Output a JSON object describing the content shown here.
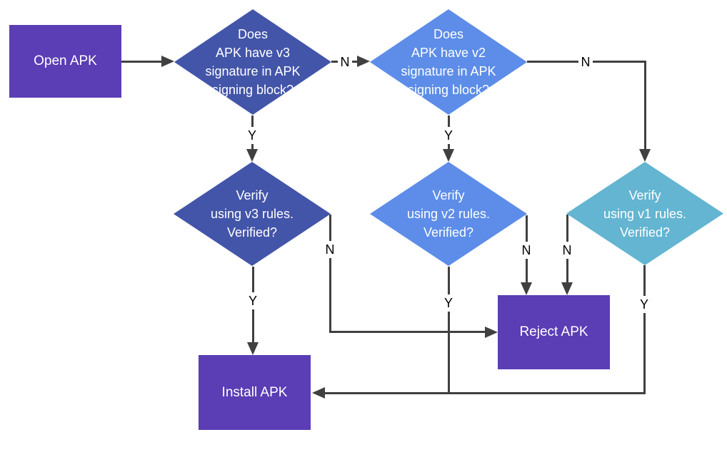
{
  "diagram": {
    "type": "flowchart",
    "colors": {
      "process_fill": "#5b3db5",
      "decision_v3_fill": "#4355a9",
      "decision_v2_fill": "#5d8de8",
      "decision_v1_fill": "#63b5d1",
      "line_color": "#404040",
      "node_text_color": "#ffffff",
      "edge_label_color": "#000000",
      "background": "#ffffff"
    },
    "nodes": {
      "open_apk": {
        "type": "process",
        "label": "Open APK"
      },
      "v3_signature_check": {
        "type": "decision",
        "label": "Does\nAPK have v3\nsignature in APK\nsigning block?"
      },
      "v2_signature_check": {
        "type": "decision",
        "label": "Does\nAPK have v2\nsignature in APK\nsigning block?"
      },
      "v3_verify": {
        "type": "decision",
        "label": "Verify\nusing v3 rules.\nVerified?"
      },
      "v2_verify": {
        "type": "decision",
        "label": "Verify\nusing v2 rules.\nVerified?"
      },
      "v1_verify": {
        "type": "decision",
        "label": "Verify\nusing v1 rules.\nVerified?"
      },
      "reject_apk": {
        "type": "process",
        "label": "Reject APK"
      },
      "install_apk": {
        "type": "process",
        "label": "Install APK"
      }
    },
    "edges": [
      {
        "from": "open_apk",
        "to": "v3_signature_check",
        "label": ""
      },
      {
        "from": "v3_signature_check",
        "to": "v2_signature_check",
        "label": "N"
      },
      {
        "from": "v3_signature_check",
        "to": "v3_verify",
        "label": "Y"
      },
      {
        "from": "v2_signature_check",
        "to": "v1_verify",
        "label": "N"
      },
      {
        "from": "v2_signature_check",
        "to": "v2_verify",
        "label": "Y"
      },
      {
        "from": "v3_verify",
        "to": "install_apk",
        "label": "Y"
      },
      {
        "from": "v3_verify",
        "to": "reject_apk",
        "label": "N"
      },
      {
        "from": "v2_verify",
        "to": "install_apk",
        "label": "Y"
      },
      {
        "from": "v2_verify",
        "to": "reject_apk",
        "label": "N"
      },
      {
        "from": "v1_verify",
        "to": "install_apk",
        "label": "Y"
      },
      {
        "from": "v1_verify",
        "to": "reject_apk",
        "label": "N"
      }
    ]
  }
}
